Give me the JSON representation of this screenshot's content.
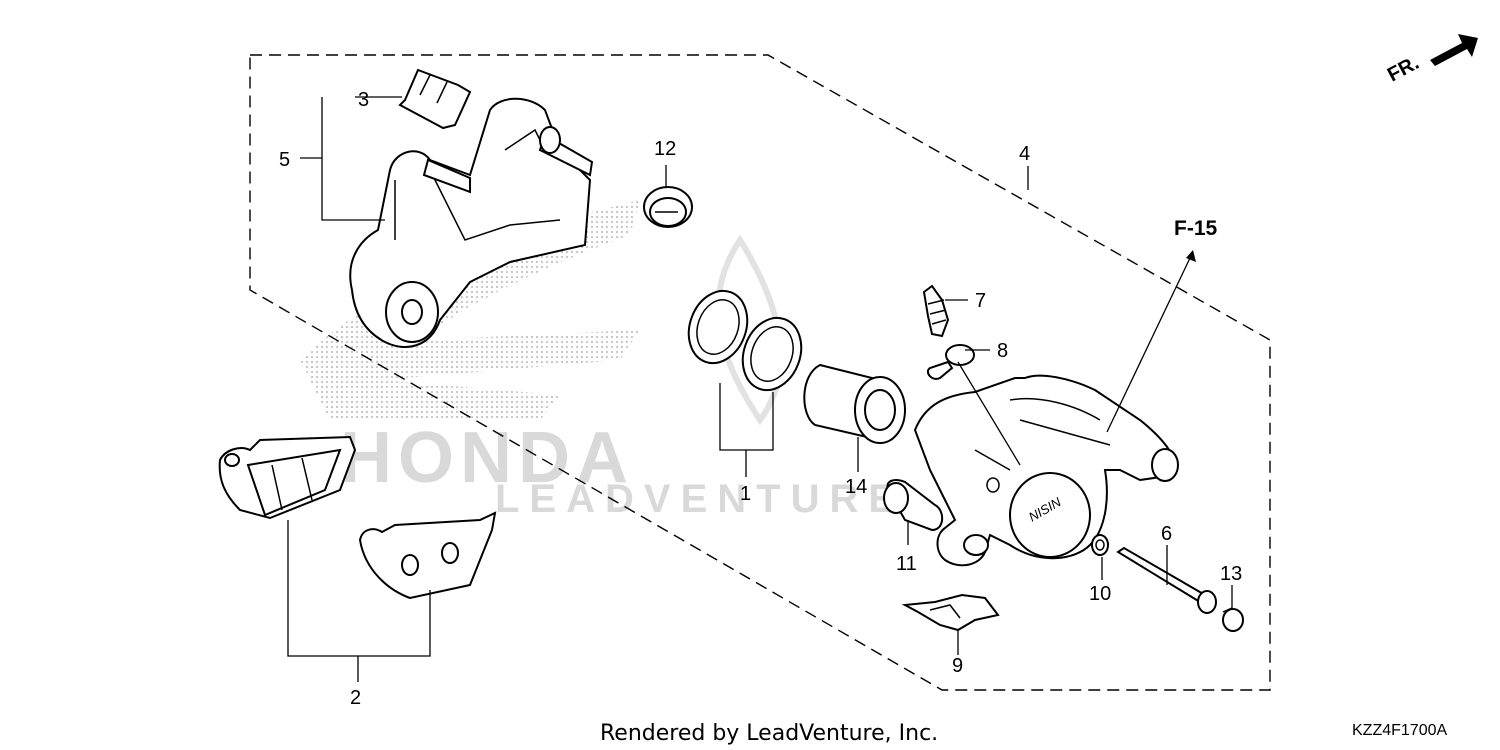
{
  "diagram": {
    "callouts": [
      "1",
      "2",
      "3",
      "4",
      "5",
      "6",
      "7",
      "8",
      "9",
      "10",
      "11",
      "12",
      "13",
      "14"
    ],
    "reference_label": "F-15",
    "front_indicator": "FR.",
    "footer_text": "Rendered by LeadVenture, Inc.",
    "diagram_code": "KZZ4F1700A",
    "watermark_brand": "HONDA",
    "watermark_company": "LEADVENTURE"
  }
}
